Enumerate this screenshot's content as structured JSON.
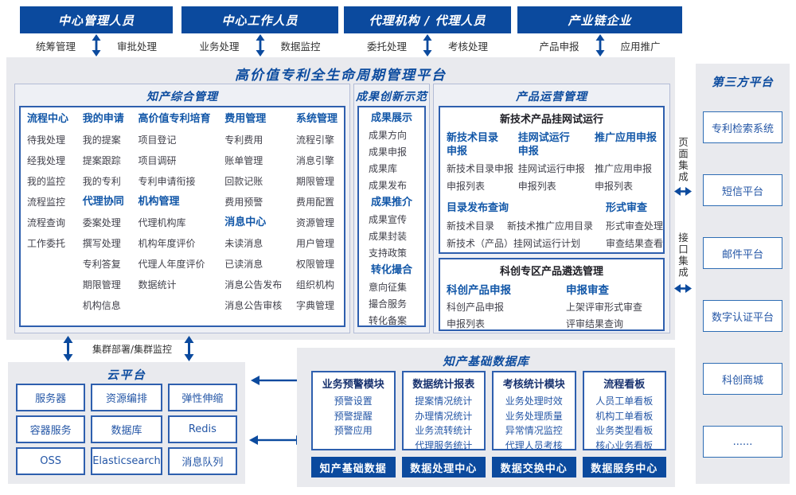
{
  "colors": {
    "primary_dark_blue": "#0b4a9e",
    "accent_blue": "#1257a8",
    "title_blue": "#0d4c9f",
    "panel_gray": "#e9eaee",
    "box_border_blue": "#2e5fae"
  },
  "roles": [
    {
      "title": "中心管理人员",
      "left_label": "统筹管理",
      "right_label": "审批处理"
    },
    {
      "title": "中心工作人员",
      "left_label": "业务处理",
      "right_label": "数据监控"
    },
    {
      "title": "代理机构 / 代理人员",
      "left_label": "委托处理",
      "right_label": "考核处理"
    },
    {
      "title": "产业链企业",
      "left_label": "产品申报",
      "right_label": "应用推广"
    }
  ],
  "platform_title": "高价值专利全生命周期管理平台",
  "ip": {
    "title": "知产综合管理",
    "c1g1": {
      "h": "流程中心",
      "items": [
        "待我处理",
        "经我处理",
        "我的监控",
        "流程监控",
        "流程查询",
        "工作委托"
      ]
    },
    "c2g1": {
      "h": "我的申请",
      "items": [
        "我的提案",
        "提案跟踪",
        "我的专利"
      ]
    },
    "c2g2": {
      "h": "代理协同",
      "items": [
        "委案处理",
        "撰写处理",
        "专利答复",
        "期限管理",
        "机构信息"
      ]
    },
    "c3g1": {
      "h": "高价值专利培育",
      "items": [
        "项目登记",
        "项目调研",
        "专利申请衔接"
      ]
    },
    "c3g2": {
      "h": "机构管理",
      "items": [
        "代理机构库",
        "机构年度评价",
        "代理人年度评价",
        "数据统计"
      ]
    },
    "c4g1": {
      "h": "费用管理",
      "items": [
        "专利费用",
        "账单管理",
        "回款记账",
        "费用预警"
      ]
    },
    "c4g2": {
      "h": "消息中心",
      "items": [
        "未读消息",
        "已读消息",
        "消息公告发布",
        "消息公告审核"
      ]
    },
    "c5g1": {
      "h": "系统管理",
      "items": [
        "流程引擎",
        "消息引擎",
        "期限管理",
        "费用配置",
        "资源管理",
        "用户管理",
        "权限管理",
        "组织机构",
        "字典管理"
      ]
    }
  },
  "achieve": {
    "title": "成果创新示范",
    "g1": {
      "h": "成果展示",
      "items": [
        "成果方向",
        "成果申报",
        "成果库",
        "成果发布"
      ]
    },
    "g2": {
      "h": "成果推介",
      "items": [
        "成果宣传",
        "成果封装",
        "支持政策"
      ]
    },
    "g3": {
      "h": "转化撮合",
      "items": [
        "意向征集",
        "撮合服务",
        "转化备案"
      ]
    }
  },
  "product": {
    "title": "产品运营管理",
    "box1": {
      "title": "新技术产品挂网试运行",
      "c1": {
        "h": "新技术目录申报",
        "items": [
          "新技术目录申报",
          "申报列表"
        ]
      },
      "c2": {
        "h": "挂网试运行申报",
        "items": [
          "挂网试运行申报",
          "申报列表"
        ]
      },
      "c3": {
        "h": "推广应用申报",
        "items": [
          "推广应用申报",
          "申报列表"
        ]
      },
      "catalog": {
        "h": "目录发布查询",
        "line1a": "新技术目录",
        "line1b": "新技术推广应用目录",
        "line2": "新技术（产品）挂网试运行计划"
      },
      "review": {
        "h": "形式审查",
        "items": [
          "形式审查处理",
          "审查结果查看"
        ]
      }
    },
    "box2": {
      "title": "科创专区产品遴选管理",
      "c1": {
        "h": "科创产品申报",
        "items": [
          "科创产品申报",
          "申报列表"
        ]
      },
      "c2": {
        "h": "申报审查",
        "items": [
          "上架评审形式审查",
          "评审结果查询"
        ]
      }
    }
  },
  "integration": {
    "page": "页面集成",
    "api": "接口集成"
  },
  "third_party": {
    "title": "第三方平台",
    "systems": [
      "专利检索系统",
      "短信平台",
      "邮件平台",
      "数字认证平台",
      "科创商城",
      "......"
    ]
  },
  "cluster_label": "集群部署/集群监控",
  "cloud": {
    "title": "云平台",
    "services": [
      "服务器",
      "资源编排",
      "弹性伸缩",
      "容器服务",
      "数据库",
      "Redis",
      "OSS",
      "Elasticsearch",
      "消息队列"
    ]
  },
  "database": {
    "title": "知产基础数据库",
    "col1": {
      "h": "业务预警模块",
      "items": [
        "预警设置",
        "预警提醒",
        "预警应用"
      ],
      "footer": "知产基础数据"
    },
    "col2": {
      "h": "数据统计报表",
      "items": [
        "提案情况统计",
        "办理情况统计",
        "业务流转统计",
        "代理服务统计"
      ],
      "footer": "数据处理中心"
    },
    "col3": {
      "h": "考核统计模块",
      "items": [
        "业务处理时效",
        "业务处理质量",
        "异常情况监控",
        "代理人员考核"
      ],
      "footer": "数据交换中心"
    },
    "col4": {
      "h": "流程看板",
      "items": [
        "人员工单看板",
        "机构工单看板",
        "业务类型看板",
        "核心业务看板"
      ],
      "footer": "数据服务中心"
    }
  }
}
